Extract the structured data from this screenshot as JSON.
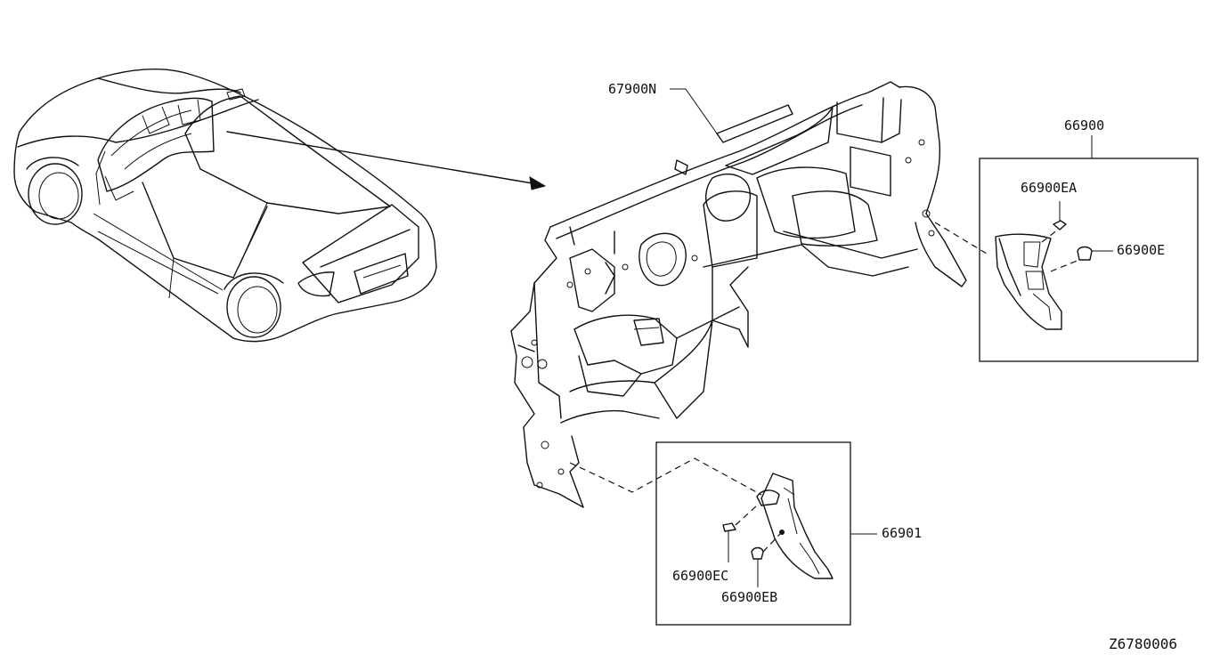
{
  "labels": {
    "panel": "67900N",
    "kit_right": "66900",
    "clip_ea": "66900EA",
    "clip_e": "66900E",
    "kit_left": "66901",
    "clip_ec": "66900EC",
    "clip_eb": "66900EB",
    "diagram_code": "Z6780006"
  }
}
